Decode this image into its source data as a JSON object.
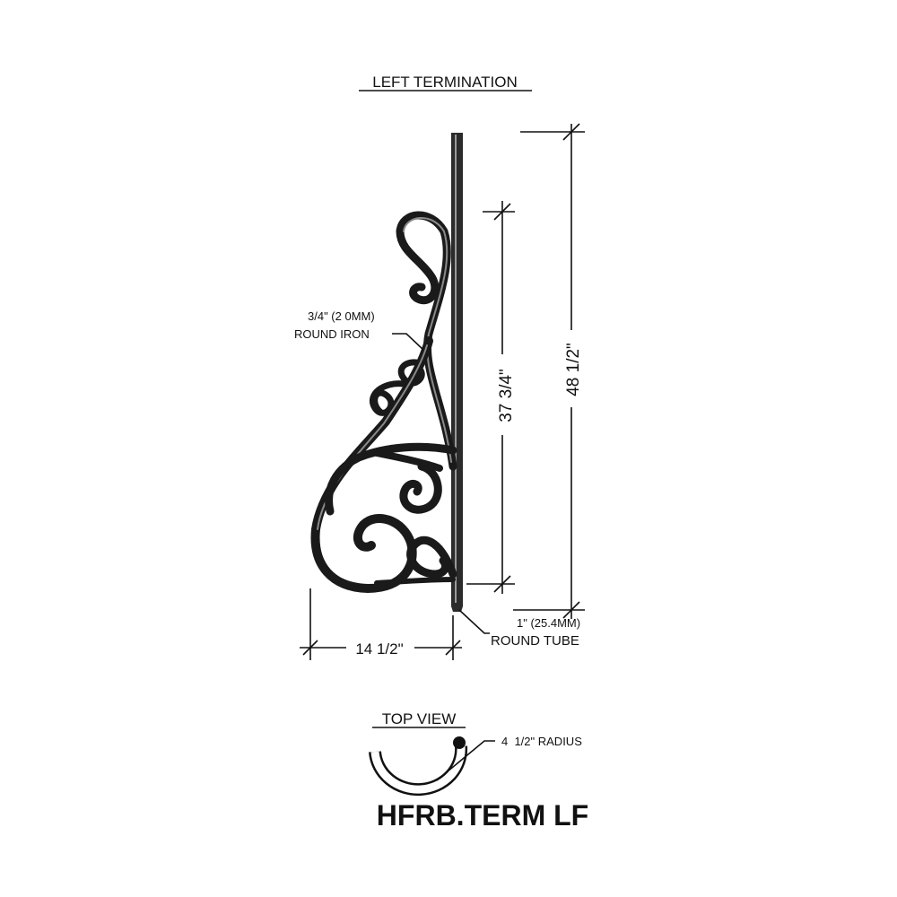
{
  "title": "LEFT TERMINATION",
  "dimensions": {
    "overall_height": "48 1/2\"",
    "scroll_height": "37 3/4\"",
    "projection": "14 1/2\""
  },
  "callouts": {
    "iron_line1": "3/4\" (2 0MM)",
    "iron_line2": "ROUND IRON",
    "tube_line1": "1\" (25.4MM)",
    "tube_line2": "ROUND TUBE"
  },
  "top_view": {
    "title": "TOP VIEW",
    "radius_label": "4  1/2\" RADIUS"
  },
  "part_number": "HFRB.TERM LF",
  "icons": {
    "main": "scroll-baluster-drawing",
    "top_view": "semicircle-plan-icon"
  }
}
